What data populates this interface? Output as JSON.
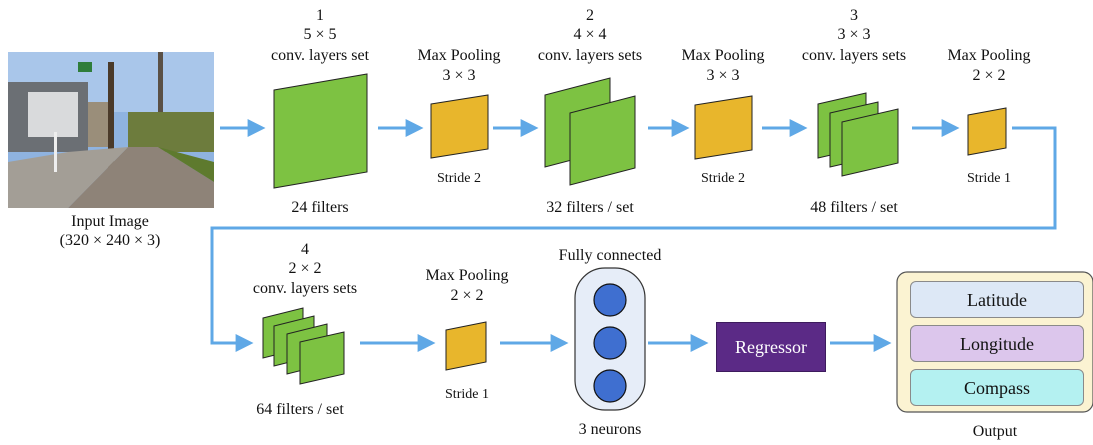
{
  "input": {
    "label": "Input Image",
    "size": "(320 × 240 × 3)"
  },
  "stage1": {
    "number": "1",
    "kernel": "5 × 5",
    "name": "conv. layers set",
    "filters": "24 filters"
  },
  "pool1": {
    "name": "Max Pooling",
    "size": "3 × 3",
    "stride": "Stride 2"
  },
  "stage2": {
    "number": "2",
    "kernel": "4 × 4",
    "name": "conv. layers sets",
    "filters": "32 filters / set"
  },
  "pool2": {
    "name": "Max Pooling",
    "size": "3 × 3",
    "stride": "Stride 2"
  },
  "stage3": {
    "number": "3",
    "kernel": "3 × 3",
    "name": "conv. layers sets",
    "filters": "48 filters / set"
  },
  "pool3": {
    "name": "Max Pooling",
    "size": "2 × 2",
    "stride": "Stride 1"
  },
  "stage4": {
    "number": "4",
    "kernel": "2 × 2",
    "name": "conv. layers sets",
    "filters": "64 filters / set"
  },
  "pool4": {
    "name": "Max Pooling",
    "size": "2 × 2",
    "stride": "Stride 1"
  },
  "fc": {
    "title": "Fully connected",
    "count": "3 neurons"
  },
  "regressor": {
    "label": "Regressor"
  },
  "output": {
    "label": "Output",
    "rows": [
      "Latitude",
      "Longitude",
      "Compass"
    ]
  },
  "colors": {
    "conv": "#7dc242",
    "pool": "#e8b62c",
    "arrow": "#5fa8e6",
    "neuron": "#3f6fd0",
    "regressor": "#5b2a86",
    "output_bg": "#fbf3d2",
    "latitude": "#dde8f6",
    "longitude": "#dcc6ec",
    "compass": "#b4f1f1"
  }
}
